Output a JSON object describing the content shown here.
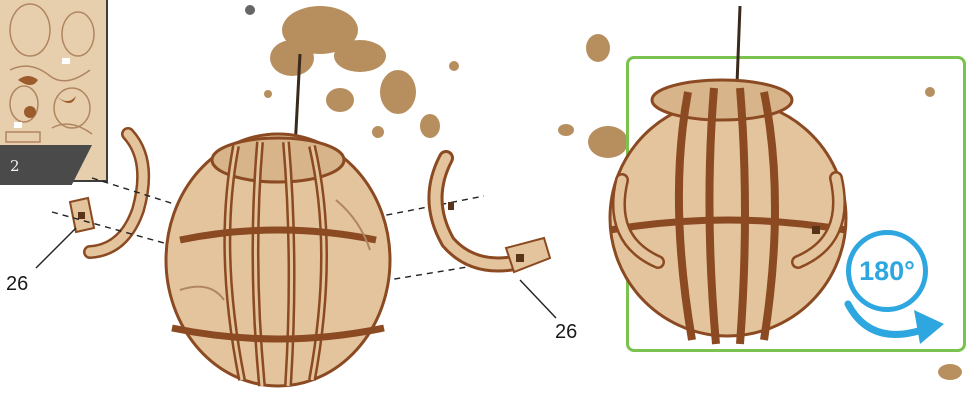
{
  "step": {
    "number": "2"
  },
  "parts": {
    "left_label": "26",
    "right_label": "26"
  },
  "rotation": {
    "label": "180°"
  },
  "colors": {
    "plywood": "#e3c49c",
    "plywood_dark": "#8b4a22",
    "frame_green": "#7cc24e",
    "badge_blue": "#2ea7e0",
    "tab_gray": "#4a4a4a",
    "splash_brown": "#a06a2a"
  },
  "icons": [
    "rotate-arrow-icon"
  ]
}
